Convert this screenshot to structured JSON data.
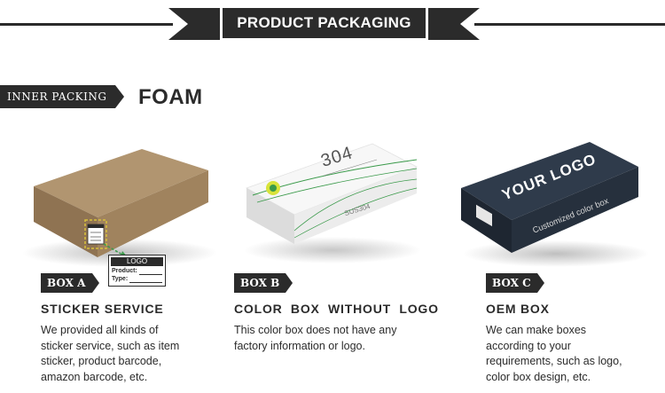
{
  "header": {
    "title": "PRODUCT PACKAGING"
  },
  "inner_packing": {
    "tag": "INNER PACKING",
    "material": "FOAM"
  },
  "boxes": [
    {
      "tag": "BOX A",
      "title": "STICKER SERVICE",
      "description_lines": [
        "We provided all kinds of",
        "sticker service, such as item",
        "sticker, product barcode,",
        "amazon barcode, etc."
      ],
      "sticker": {
        "logo": "LOGO",
        "product": "Product:",
        "type": "Type:"
      }
    },
    {
      "tag": "BOX B",
      "title": "COLOR  BOX  WITHOUT  LOGO",
      "description_lines": [
        "This color box does not have any",
        "factory information or logo."
      ],
      "print": {
        "big": "304",
        "small": "SUS304"
      }
    },
    {
      "tag": "BOX C",
      "title": "OEM BOX",
      "description_lines": [
        "We can make boxes",
        "according to your",
        "requirements, such as logo,",
        "color box design, etc."
      ],
      "print": {
        "logo": "YOUR LOGO",
        "side": "Customized color box"
      }
    }
  ],
  "colors": {
    "dark": "#2b2b2b",
    "kraft": "#a88a63",
    "navy": "#2c3848",
    "green": "#3a9a4a"
  }
}
